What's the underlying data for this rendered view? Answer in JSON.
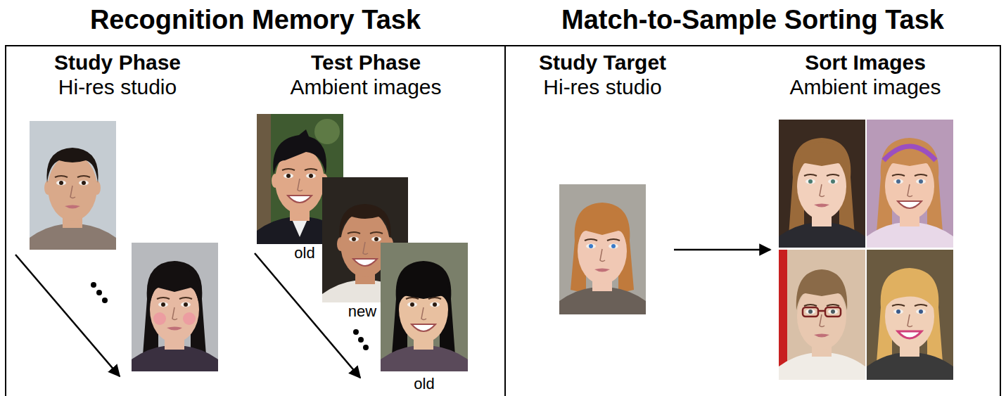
{
  "diagram": {
    "nodes": [
      {
        "text": [
          "Recognition Memory Task"
        ]
      },
      {
        "text": [
          "Match-to-Sample Sorting Task"
        ]
      },
      {
        "text": [
          "Study Phase",
          "Hi-res studio"
        ],
        "in": 0
      },
      {
        "text": [
          "Test Phase",
          "Ambient images"
        ],
        "in": 0
      },
      {
        "text": [
          "Study Target",
          "Hi-res studio"
        ],
        "in": 1
      },
      {
        "text": [
          "Sort Images",
          "Ambient images"
        ],
        "in": 1
      }
    ],
    "edges": [
      {
        "from": 4,
        "to": 5,
        "arrow": "to"
      }
    ],
    "labels": [
      "old",
      "new",
      "old"
    ]
  }
}
